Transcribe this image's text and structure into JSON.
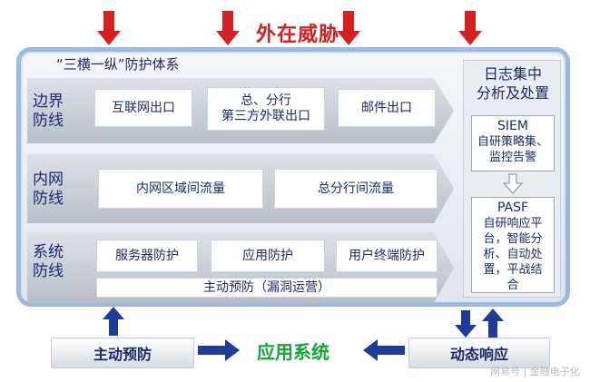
{
  "threat": {
    "label": "外在威胁"
  },
  "framework": {
    "title": "“三横一纵”防护体系"
  },
  "bands": [
    {
      "label": "边界\n防线",
      "items": [
        "互联网出口",
        "总、分行\n第三方外联出口",
        "邮件出口"
      ]
    },
    {
      "label": "内网\n防线",
      "items": [
        "内网区域间流量",
        "总分行间流量"
      ]
    },
    {
      "label": "系统\n防线",
      "items": [
        "服务器防护",
        "应用防护",
        "用户终端防护"
      ],
      "bottom_item": "主动预防（漏洞运营）"
    }
  ],
  "log_panel": {
    "title": "日志集中\n分析及处置",
    "siem": {
      "name": "SIEM",
      "desc": "自研策略集、\n监控告警"
    },
    "pasf": {
      "name": "PASF",
      "desc": "自研响应平\n台，智能分\n析、自动处\n置，平战结\n合"
    }
  },
  "bottom": {
    "left": "主动预防",
    "center": "应用系统",
    "right": "动态响应"
  },
  "watermark": "网易号 | 金融电子化",
  "colors": {
    "threat_arrow": "#d42020",
    "blue_arrow": "#1f3c9b",
    "center_text": "#18a23a",
    "frame": "#9fb8dd"
  }
}
